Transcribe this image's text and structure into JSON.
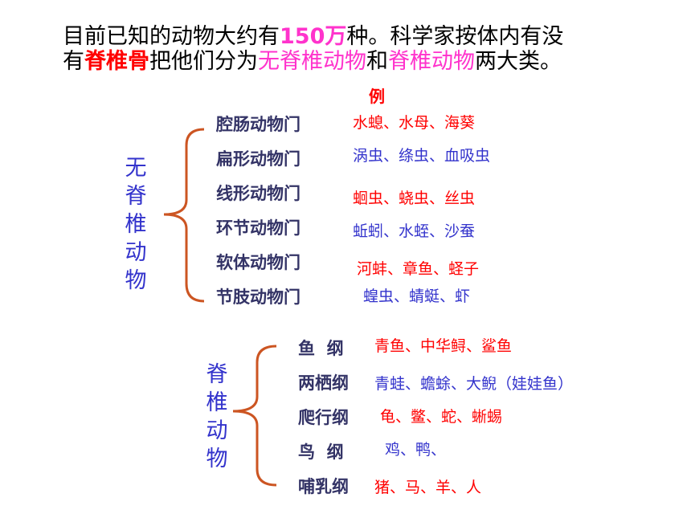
{
  "intro": {
    "l1_a": "目前已知的动物大约有",
    "l1_num": "150万",
    "l1_b": "种。科学家按体内有没",
    "l2_a": "有",
    "l2_spine": "脊椎骨",
    "l2_b": "把他们分为",
    "l2_inv": "无脊椎动物",
    "l2_c": "和",
    "l2_vert": "脊椎动物",
    "l2_d": "两大类。"
  },
  "examples_header": "例",
  "invertebrates": {
    "label": "无脊椎动物",
    "rows": [
      {
        "phylum": "腔肠动物门",
        "examples": "水螅、水母、海葵",
        "color": "#ff0000"
      },
      {
        "phylum": "扁形动物门",
        "examples": "涡虫、绦虫、血吸虫",
        "color": "#3333cc"
      },
      {
        "phylum": "线形动物门",
        "examples": "蛔虫、蛲虫、丝虫",
        "color": "#ff0000"
      },
      {
        "phylum": "环节动物门",
        "examples": "蚯蚓、水蛭、沙蚕",
        "color": "#3333cc"
      },
      {
        "phylum": "软体动物门",
        "examples": "河蚌、章鱼、蛏子",
        "color": "#ff0000"
      },
      {
        "phylum": "节肢动物门",
        "examples": "蝗虫、蜻蜓、虾",
        "color": "#3333cc"
      }
    ]
  },
  "vertebrates": {
    "label": "脊椎动物",
    "rows": [
      {
        "phylum": "鱼  纲",
        "examples": "青鱼、中华鲟、鲨鱼",
        "color": "#ff0000"
      },
      {
        "phylum": "两栖纲",
        "examples": "青蛙、蟾蜍、大鲵（娃娃鱼）",
        "color": "#3333cc"
      },
      {
        "phylum": "爬行纲",
        "examples": "龟、鳖、蛇、蜥蜴",
        "color": "#ff0000"
      },
      {
        "phylum": "鸟  纲",
        "examples": "鸡、鸭、",
        "color": "#3333cc"
      },
      {
        "phylum": "哺乳纲",
        "examples": "猪、马、羊、人",
        "color": "#ff0000"
      }
    ]
  },
  "colors": {
    "brace": "#cc5522",
    "highlight_red": "#ff0000",
    "highlight_magenta": "#ff33cc",
    "label_blue": "#3333cc",
    "phylum_navy": "#333366"
  }
}
